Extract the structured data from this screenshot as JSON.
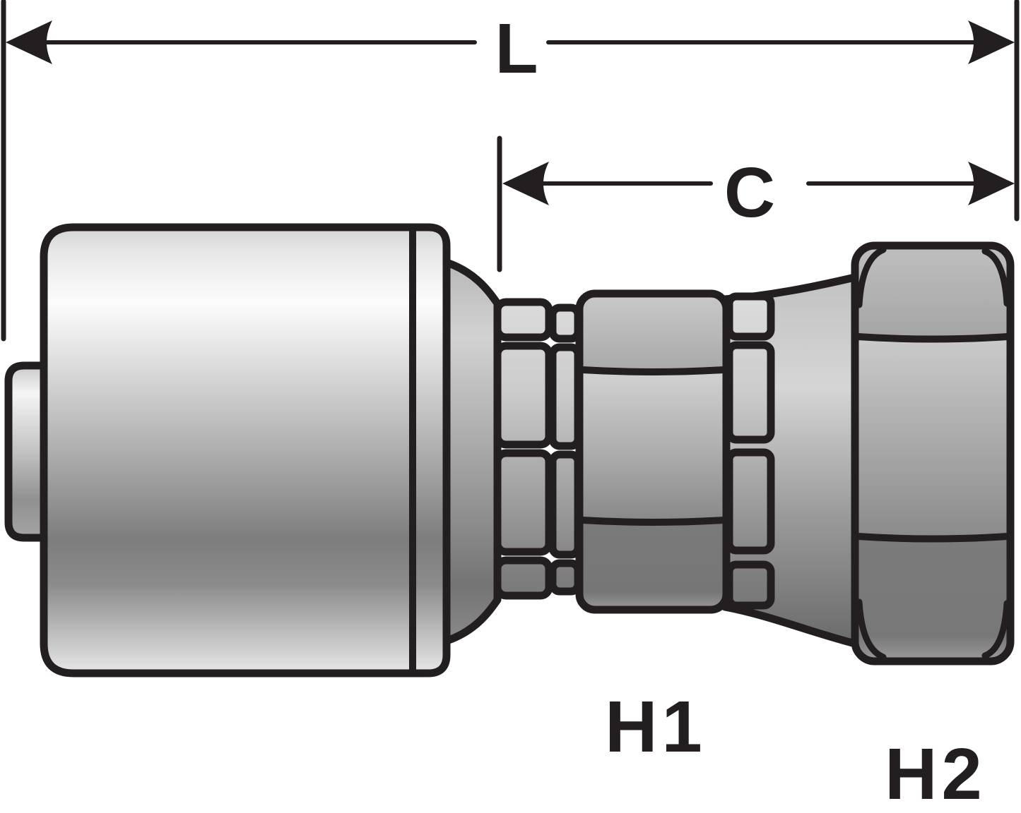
{
  "labels": {
    "overall_length": "L",
    "cutoff_length": "C",
    "hex_1": "H1",
    "hex_2": "H2"
  },
  "colors": {
    "ink": "#231f20",
    "background": "#ffffff",
    "metal_highlight": "#fcfcfc",
    "metal_mid": "#a8a8a8",
    "metal_shadow": "#6f6f6f"
  }
}
